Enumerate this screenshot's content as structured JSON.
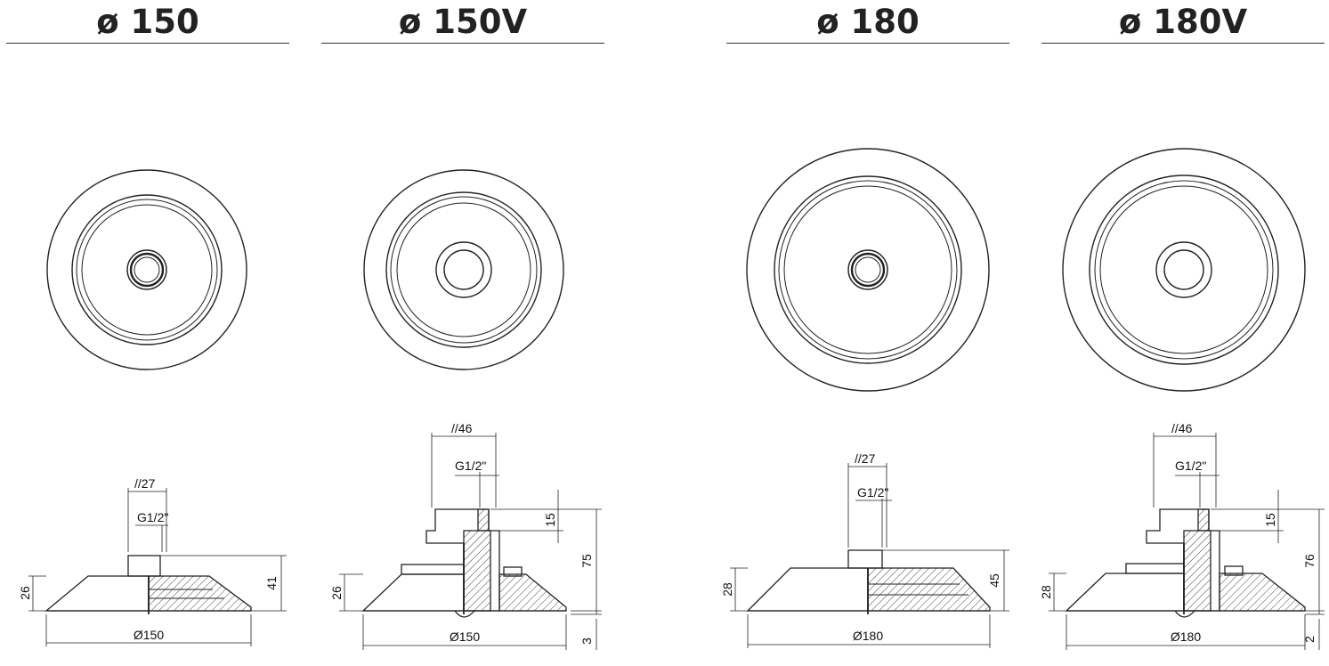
{
  "panels": [
    {
      "title": "ø 150",
      "dims": {
        "across_flats": "//27",
        "thread": "G1/2\"",
        "height_side": "26",
        "height_total": "41",
        "diameter": "Ø150"
      }
    },
    {
      "title": "ø 150V",
      "dims": {
        "across_flats": "//46",
        "thread": "G1/2\"",
        "height_side": "26",
        "height_top": "15",
        "height_total": "75",
        "diameter": "Ø150",
        "height_bottom": "3"
      }
    },
    {
      "title": "ø 180",
      "dims": {
        "across_flats": "//27",
        "thread": "G1/2\"",
        "height_side": "28",
        "height_total": "45",
        "diameter": "Ø180"
      }
    },
    {
      "title": "ø 180V",
      "dims": {
        "across_flats": "//46",
        "thread": "G1/2\"",
        "height_side": "28",
        "height_top": "15",
        "height_total": "76",
        "diameter": "Ø180",
        "height_bottom": "2"
      }
    }
  ],
  "colors": {
    "line": "#222222",
    "hatch": "#444444",
    "background": "#ffffff"
  }
}
